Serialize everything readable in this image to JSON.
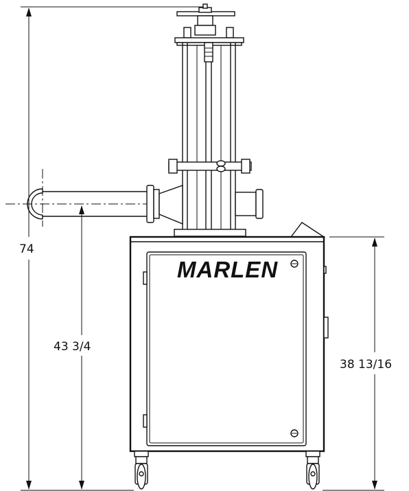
{
  "dimensions": {
    "overall_height": "74",
    "pipe_centerline_height": "43 3/4",
    "cabinet_height": "38 13/16"
  },
  "brand_label": "MARLEN"
}
